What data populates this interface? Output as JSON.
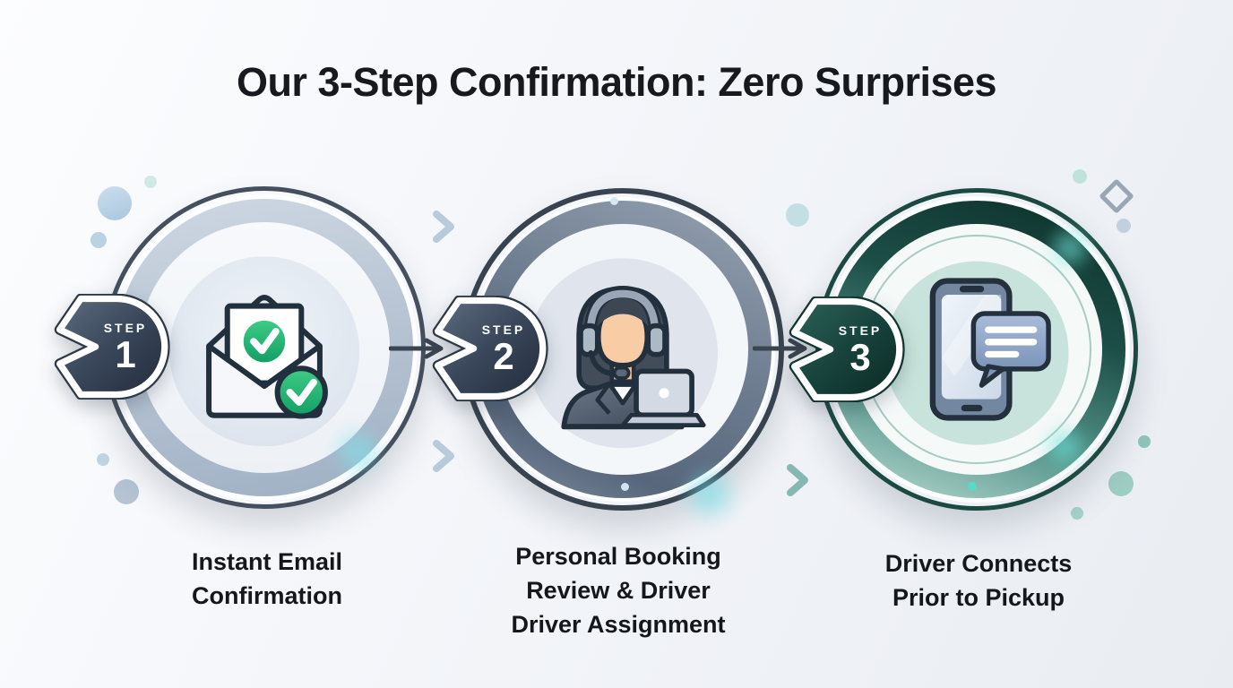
{
  "title": "Our 3-Step Confirmation: Zero Surprises",
  "steps": [
    {
      "badge": {
        "label": "STEP",
        "number": "1"
      },
      "icon": "email-confirmation-icon",
      "caption_lines": [
        "Instant Email",
        "Confirmation"
      ]
    },
    {
      "badge": {
        "label": "STEP",
        "number": "2"
      },
      "icon": "support-agent-headset-icon",
      "caption_lines": [
        "Personal Booking",
        "Review & Driver",
        "Driver Assignment"
      ]
    },
    {
      "badge": {
        "label": "STEP",
        "number": "3"
      },
      "icon": "phone-chat-icon",
      "caption_lines": [
        "Driver Connects",
        "Prior to Pickup"
      ]
    }
  ],
  "colors": {
    "badge_slate": "#2f3c4e",
    "badge_teal": "#143d36",
    "success_green": "#22b573",
    "ring_slate": "#3a4450",
    "ring_teal": "#1d4b45",
    "accent_cyan": "#7de4e0"
  }
}
